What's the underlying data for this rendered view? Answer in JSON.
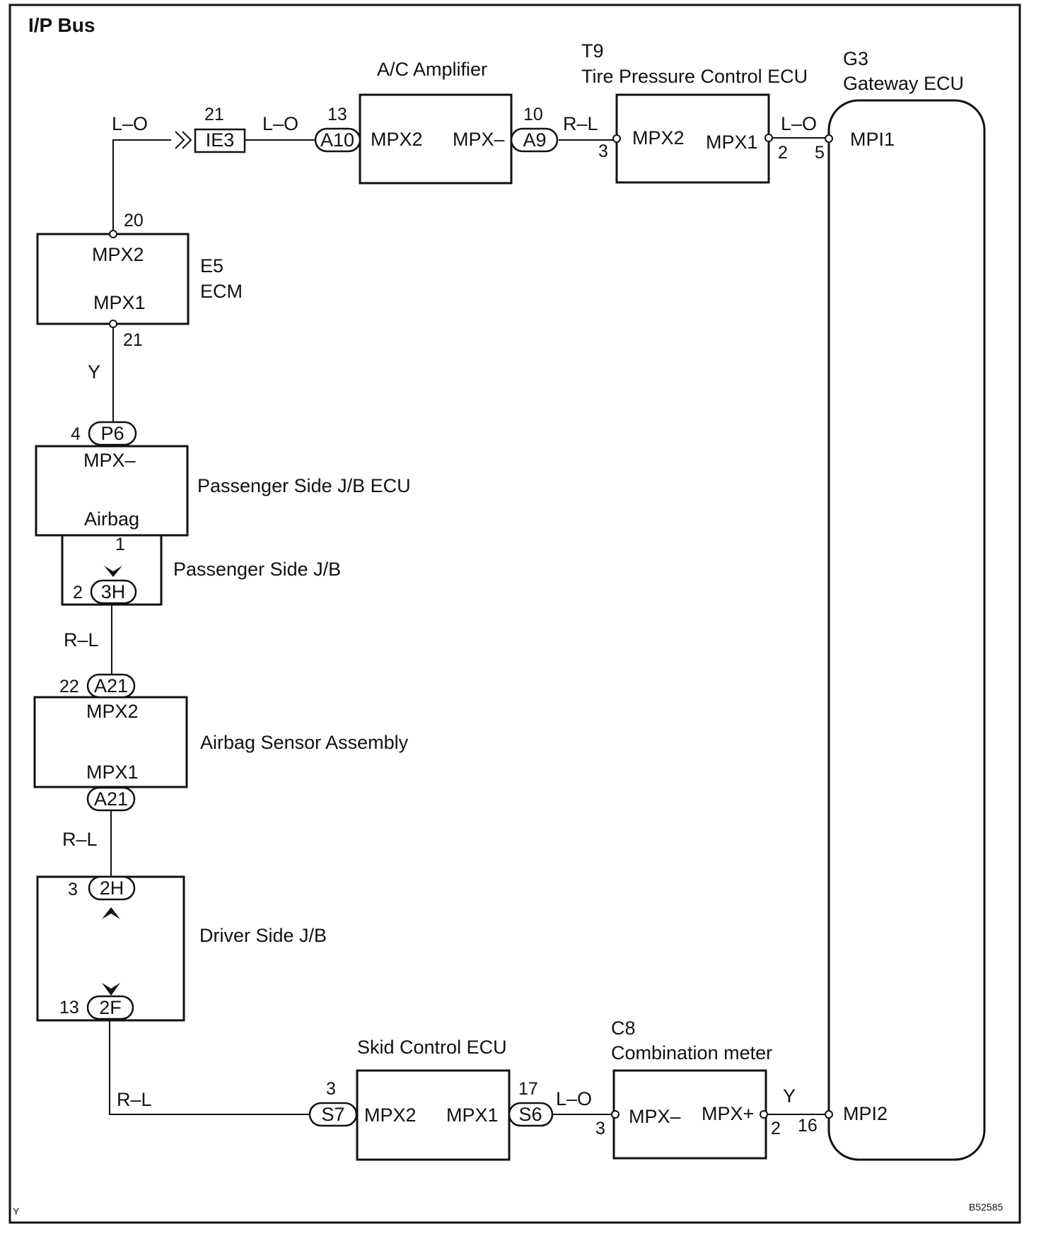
{
  "title": "I/P Bus",
  "footer": {
    "left": "Y",
    "code": "B52585"
  },
  "components": {
    "ac_amp": {
      "name": "A/C Amplifier",
      "left": "MPX2",
      "right": "MPX–"
    },
    "tpc_ecu": {
      "code": "T9",
      "name": "Tire Pressure Control ECU",
      "left": "MPX2",
      "right": "MPX1"
    },
    "gateway": {
      "code": "G3",
      "name": "Gateway ECU",
      "top": "MPI1",
      "bottom": "MPI2"
    },
    "ecm": {
      "code": "E5",
      "name": "ECM",
      "top": "MPX2",
      "bottom": "MPX1"
    },
    "pjb_ecu": {
      "name": "Passenger Side J/B ECU",
      "top": "MPX–",
      "bottom": "Airbag"
    },
    "pjb": {
      "name": "Passenger Side J/B"
    },
    "airbag": {
      "name": "Airbag Sensor Assembly",
      "top": "MPX2",
      "bottom": "MPX1"
    },
    "djb": {
      "name": "Driver Side J/B"
    },
    "skid": {
      "name": "Skid Control ECU",
      "left": "MPX2",
      "right": "MPX1"
    },
    "meter": {
      "code": "C8",
      "name": "Combination meter",
      "left": "MPX–",
      "right": "MPX+"
    }
  },
  "connectors": {
    "ie3": "IE3",
    "a10": "A10",
    "a9": "A9",
    "p6": "P6",
    "h3": "3H",
    "a21_top": "A21",
    "a21_bottom": "A21",
    "h2": "2H",
    "f2": "2F",
    "s7": "S7",
    "s6": "S6"
  },
  "pins": {
    "ie3": "21",
    "a10": "13",
    "a9": "10",
    "tpc_in": "3",
    "tpc_out": "2",
    "gw_top": "5",
    "ecm_top": "20",
    "ecm_bottom": "21",
    "p6": "4",
    "pjb_ecu_out": "1",
    "h3": "2",
    "a21_top": "22",
    "h2": "3",
    "f2": "13",
    "s7": "3",
    "s6": "17",
    "meter_in": "3",
    "meter_out": "2",
    "gw_bottom": "16"
  },
  "wires": {
    "ecm_ie3": "L–O",
    "ie3_a10": "L–O",
    "a9_tpc": "R–L",
    "tpc_gw": "L–O",
    "ecm_p6": "Y",
    "pjb_airbag": "R–L",
    "airbag_djb": "R–L",
    "djb_skid": "R–L",
    "skid_meter": "L–O",
    "meter_gw": "Y"
  }
}
